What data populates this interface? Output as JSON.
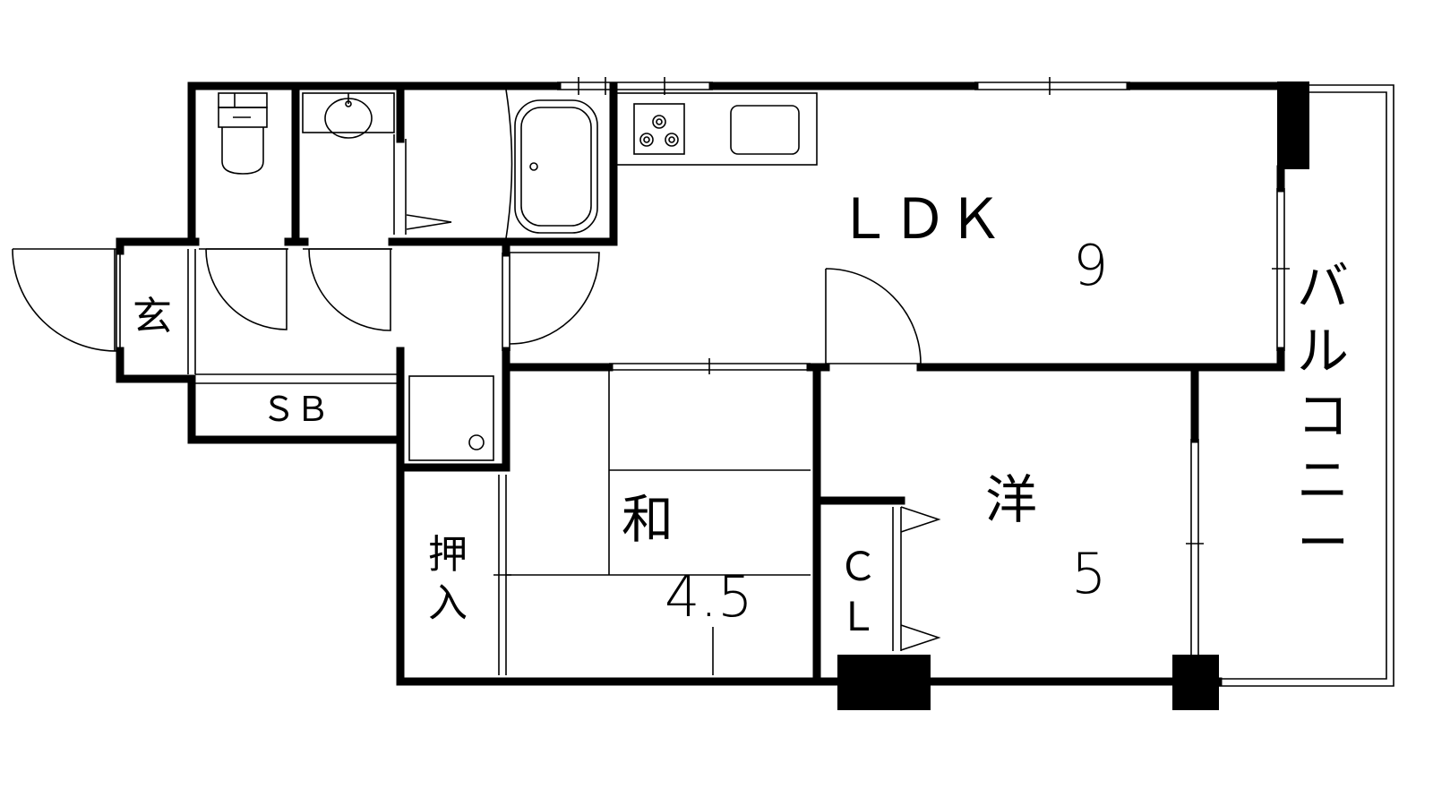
{
  "rooms": {
    "ldk": {
      "name": "ＬＤＫ",
      "size": "9"
    },
    "western": {
      "name": "洋",
      "size": "5"
    },
    "japanese": {
      "name": "和",
      "size": "4.5"
    },
    "entrance": {
      "name": "玄"
    },
    "shoe_box": {
      "name": "ＳＢ"
    },
    "oshiire": {
      "line1": "押",
      "line2": "入"
    },
    "closet": {
      "line1": "Ｃ",
      "line2": "Ｌ"
    },
    "balcony": {
      "chars": [
        "バ",
        "ル",
        "コ",
        "ニ",
        "ー"
      ]
    }
  }
}
